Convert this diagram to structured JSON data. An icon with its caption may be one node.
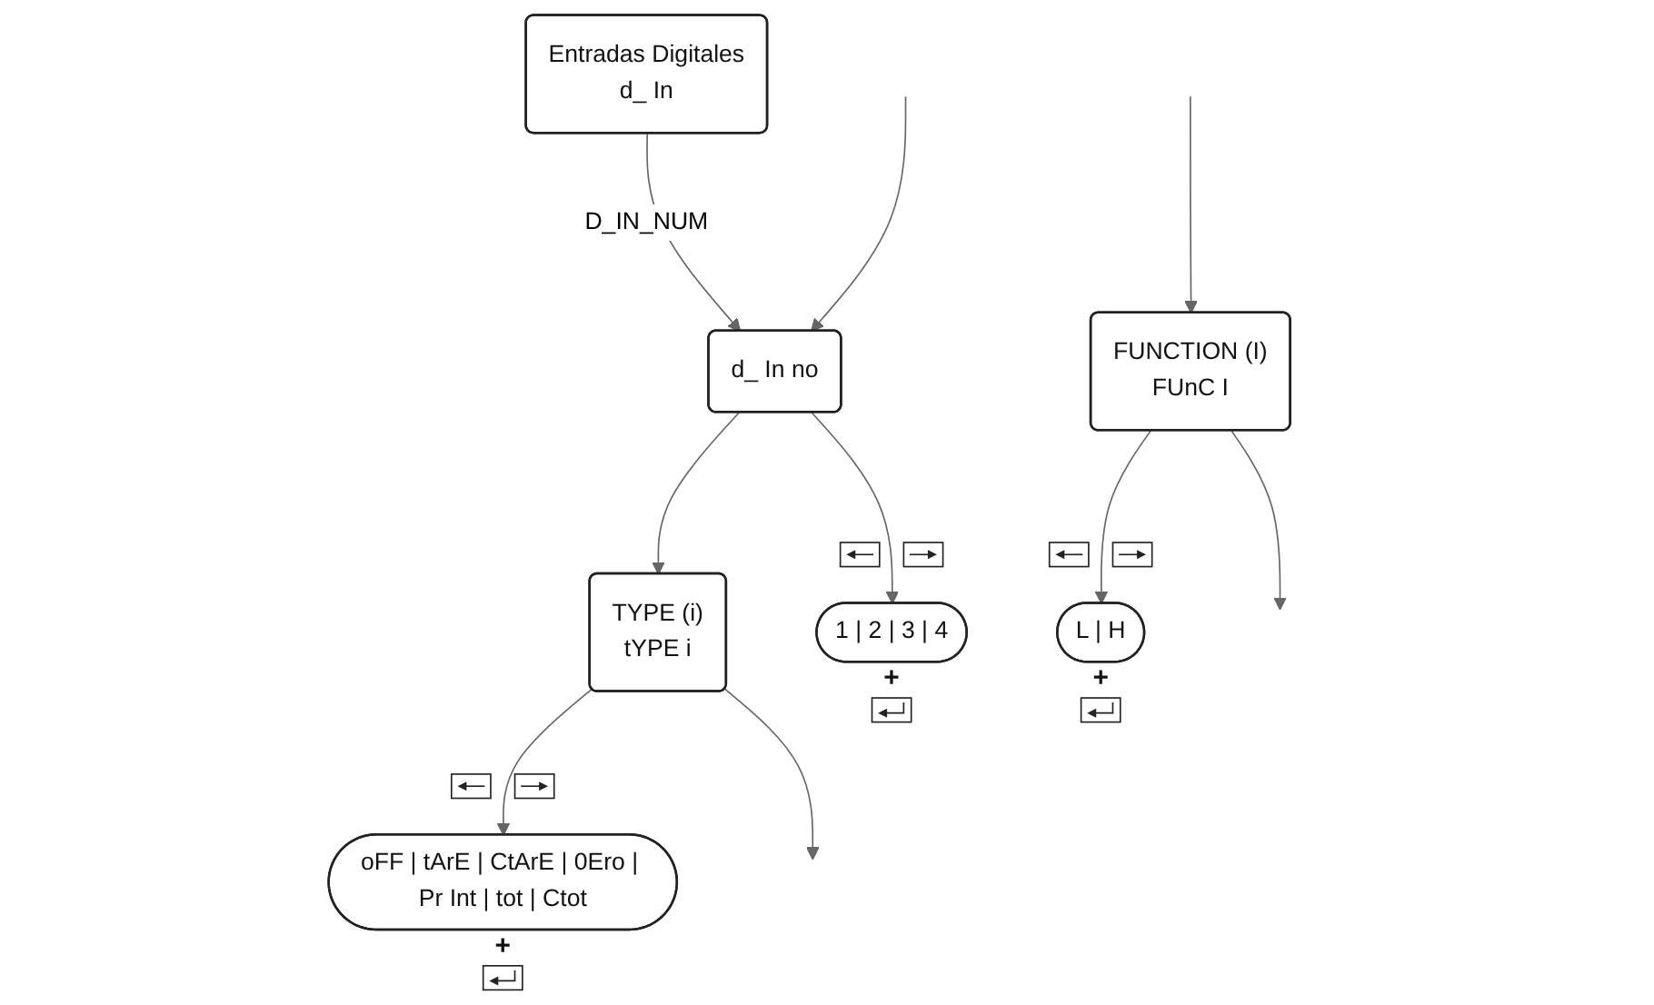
{
  "diagram": {
    "nodes": [
      {
        "text": [
          "Entradas Digitales",
          "d_ In"
        ]
      },
      {
        "text": [
          "d_ In no"
        ]
      },
      {
        "text": [
          "TYPE (i)",
          "tYPE i"
        ]
      },
      {
        "text": [
          "1 | 2 | 3 | 4"
        ],
        "beside": [
          "+"
        ]
      },
      {
        "text": [
          "oFF | tArE | CtArE | 0Ero | Pr Int | tot | Ctot"
        ],
        "beside": [
          "+"
        ]
      },
      {
        "text": [
          "FUNCTION (I)",
          "FUnC I"
        ]
      },
      {
        "text": [
          "L | H"
        ],
        "beside": [
          "+"
        ]
      }
    ],
    "edges": [
      {
        "from": 0,
        "to": 1,
        "arrow": "to",
        "label": "D_IN_NUM"
      },
      {
        "from": 1,
        "to": 3,
        "arrow": "to"
      },
      {
        "from": 1,
        "to": 2,
        "arrow": "to"
      },
      {
        "from": 2,
        "to": 4,
        "arrow": "to"
      },
      {
        "from": 2,
        "to": null,
        "arrow": "to"
      },
      {
        "from": null,
        "to": 5,
        "arrow": "to"
      },
      {
        "from": 5,
        "to": 6,
        "arrow": "to"
      },
      {
        "from": 5,
        "to": null,
        "arrow": "to"
      },
      {
        "from": null,
        "to": 1,
        "arrow": "to"
      }
    ]
  }
}
